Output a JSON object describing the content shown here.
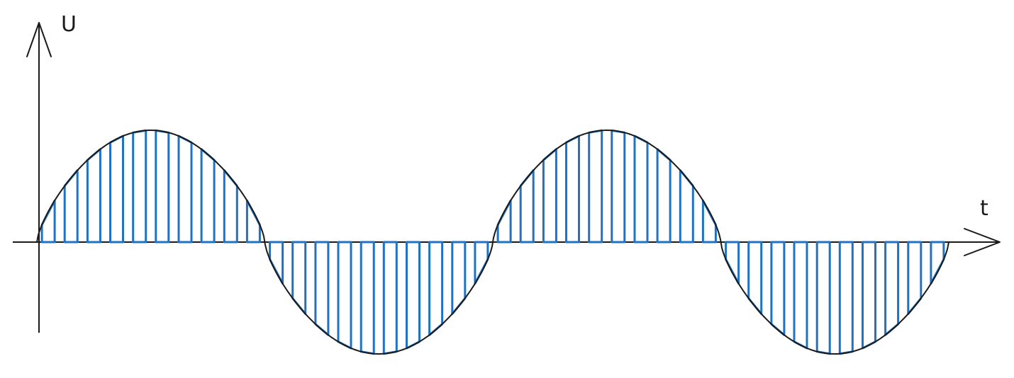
{
  "axes": {
    "x_label": "t",
    "y_label": "U"
  },
  "colors": {
    "axis": "#1a1a1a",
    "sine": "#1a1a1a",
    "pwm": "#1f72c4",
    "background": "#ffffff"
  },
  "diagram": {
    "type": "sine wave approximated by sampled rectangular pulses",
    "cycles": 2,
    "amplitude_relative": 1.0
  }
}
